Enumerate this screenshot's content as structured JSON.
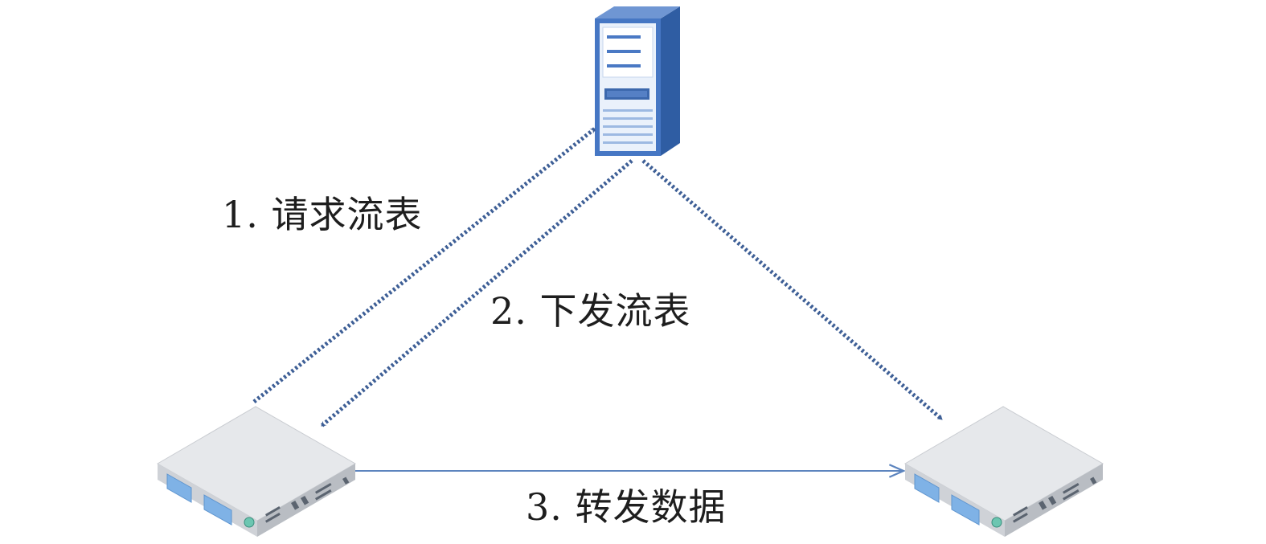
{
  "labels": {
    "request_flow_table": "1. 请求流表",
    "issue_flow_table": "2. 下发流表",
    "forward_data": "3. 转发数据"
  },
  "colors": {
    "server_blue": "#3f6fb8",
    "server_light": "#dfe9f7",
    "switch_gray": "#d4d7db",
    "switch_port_blue": "#7fb2e6",
    "dotted_link": "#3e5f96",
    "data_link": "#5c84be",
    "text": "#1e1e1e"
  },
  "icons": {
    "controller": "server-icon",
    "left_device": "switch-icon",
    "right_device": "switch-icon"
  }
}
